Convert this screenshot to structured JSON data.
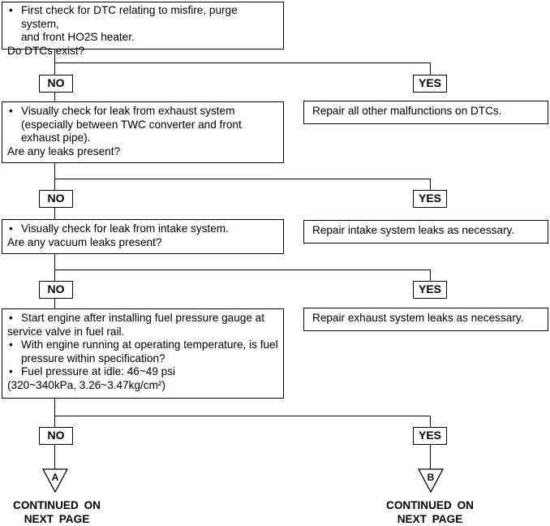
{
  "steps": [
    {
      "question_lines": [
        {
          "bullet": true,
          "text": "First check for DTC relating to misfire, purge system,"
        },
        {
          "bullet": false,
          "text": "and front HO2S heater."
        },
        {
          "bullet": false,
          "plain": true,
          "text": "Do DTCs exist?"
        }
      ],
      "no_label": "NO",
      "yes_label": "YES",
      "yes_action": "Repair all other malfunctions on DTCs."
    },
    {
      "question_lines": [
        {
          "bullet": true,
          "text": "Visually check for leak from exhaust system"
        },
        {
          "bullet": false,
          "text": "(especially between TWC converter and front"
        },
        {
          "bullet": false,
          "text": "exhaust pipe)."
        },
        {
          "bullet": false,
          "plain": true,
          "text": "Are any leaks present?"
        }
      ],
      "no_label": "NO",
      "yes_label": "YES",
      "yes_action": "Repair intake system leaks as necessary."
    },
    {
      "question_lines": [
        {
          "bullet": true,
          "text": "Visually check for leak from intake system."
        },
        {
          "bullet": false,
          "plain": true,
          "text": "Are any vacuum leaks present?"
        }
      ],
      "no_label": "NO",
      "yes_label": "YES",
      "yes_action": "Repair exhaust system leaks as necessary."
    },
    {
      "question_lines": [
        {
          "bullet": true,
          "text": "Start engine after installing fuel pressure gauge at"
        },
        {
          "bullet": false,
          "plain": true,
          "text": "service valve in fuel rail."
        },
        {
          "bullet": true,
          "text": "With engine running at operating temperature, is fuel"
        },
        {
          "bullet": false,
          "text": "pressure within specification?"
        },
        {
          "bullet": true,
          "text": "Fuel pressure at idle: 46~49 psi"
        },
        {
          "bullet": false,
          "plain": true,
          "text": "(320~340kPa, 3.26~3.47kg/cm²)"
        }
      ],
      "no_label": "NO",
      "yes_label": "YES"
    }
  ],
  "bullet_char": "•",
  "connectors": [
    {
      "letter": "A",
      "line1": "CONTINUED  ON",
      "line2": "NEXT  PAGE"
    },
    {
      "letter": "B",
      "line1": "CONTINUED  ON",
      "line2": "NEXT  PAGE"
    }
  ]
}
